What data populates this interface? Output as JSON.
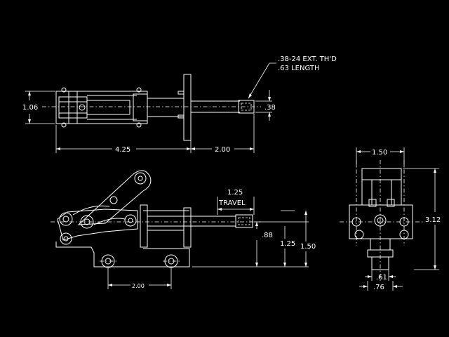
{
  "background": "#000000",
  "line_color": "#ffffff",
  "top_view": {
    "thread_note_line1": ".38-24 EXT. TH'D",
    "thread_note_line2": ".63 LENGTH",
    "height_dim": "1.06",
    "rod_dia_dim": ".38",
    "body_length_dim": "4.25",
    "rod_extension_dim": "2.00"
  },
  "side_view": {
    "travel_value": "1.25",
    "travel_label": "TRAVEL",
    "rod_height_dim": ".88",
    "spindle_height_dim": "1.25",
    "overall_height_dim": "1.50",
    "hole_spacing_dim": "2.00"
  },
  "end_view": {
    "width_dim": "1.50",
    "height_dim": "3.12",
    "inner_width_dim": ".61",
    "outer_width_dim": ".76"
  }
}
